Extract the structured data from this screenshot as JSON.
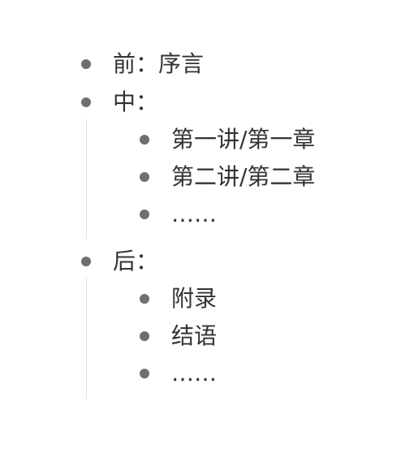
{
  "outline": {
    "items": [
      {
        "label": "前：序言"
      },
      {
        "label": "中：",
        "children": [
          {
            "label": "第一讲/第一章"
          },
          {
            "label": "第二讲/第二章"
          },
          {
            "label": "……"
          }
        ]
      },
      {
        "label": "后：",
        "children": [
          {
            "label": "附录"
          },
          {
            "label": "结语"
          },
          {
            "label": "……"
          }
        ]
      }
    ]
  },
  "colors": {
    "text": "#333333",
    "bullet": "#6f6f6f",
    "guide_line": "#e3e3e3",
    "background": "#ffffff"
  }
}
